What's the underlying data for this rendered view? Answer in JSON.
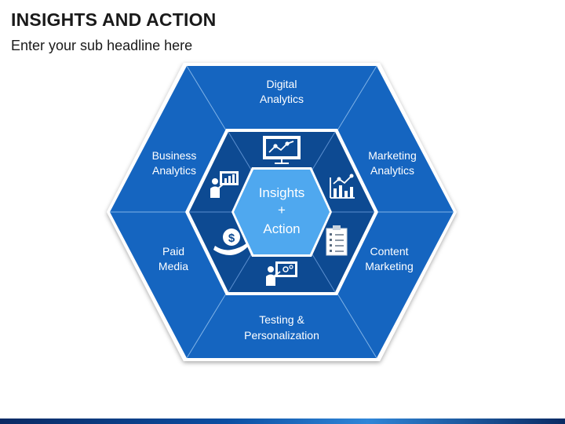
{
  "header": {
    "title": "INSIGHTS AND ACTION",
    "subtitle": "Enter your sub headline here"
  },
  "colors": {
    "outer": "#1565c0",
    "middle": "#0d4a92",
    "center": "#4fa8ef",
    "dividers": "#7fb2e6",
    "text": "#ffffff"
  },
  "center": {
    "line1": "Insights",
    "line2": "+",
    "line3": "Action"
  },
  "segments": [
    {
      "line1": "Digital",
      "line2": "Analytics"
    },
    {
      "line1": "Marketing",
      "line2": "Analytics"
    },
    {
      "line1": "Content",
      "line2": "Marketing"
    },
    {
      "line1": "Testing &",
      "line2": "Personalization"
    },
    {
      "line1": "Paid",
      "line2": "Media"
    },
    {
      "line1": "Business",
      "line2": "Analytics"
    }
  ],
  "icons": [
    "presentation-chart-icon",
    "analytics-chart-icon",
    "clipboard-checklist-icon",
    "presenter-gear-board-icon",
    "hand-money-icon",
    "presenter-bar-chart-icon"
  ]
}
